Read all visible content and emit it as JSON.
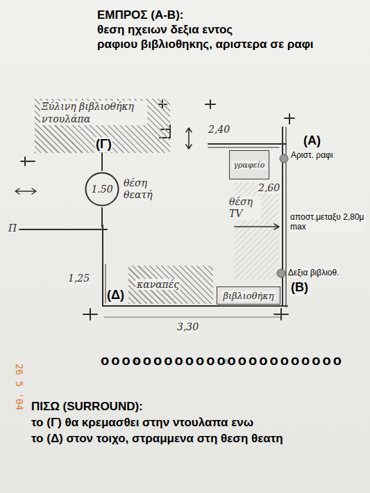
{
  "diagram": {
    "title": "ΕΜΠΡΟΣ (Α-Β):",
    "nodes": [
      {
        "text": [
          "Ξύλινη βιβλιοθήκη ντουλάπα"
        ]
      },
      {
        "text": [
          "1.50"
        ]
      },
      {
        "text": [
          "γραφείο"
        ]
      },
      {
        "text": [
          "καναπές"
        ]
      },
      {
        "text": [
          "βιβλιοθήκη"
        ]
      }
    ],
    "labels": [
      "θεση ηχειων δεξια εντος",
      "ραφιου βιβλιοθηκης, αριστερα σε ραφι",
      "(Α)",
      "Αριστ. ραφι",
      "2,40",
      "(Γ)",
      "θέση θεατή",
      "θέση TV",
      "2,60",
      "αποστ.μεταξυ 2,80μ max",
      "Π",
      "1,25",
      "Δεξια βιβλιοθ.",
      "(Β)",
      "(Δ)",
      "3,30",
      "οοοοοοοοοοοοοοοοοοοοοοο",
      "26 5 '04",
      "ΠΙΣΩ (SURROUND):",
      "το (Γ) θα κρεμασθει στην ντουλαπα ενω",
      "το (Δ) στον τοιχο, στραμμενα στη θεση θεατη"
    ]
  }
}
